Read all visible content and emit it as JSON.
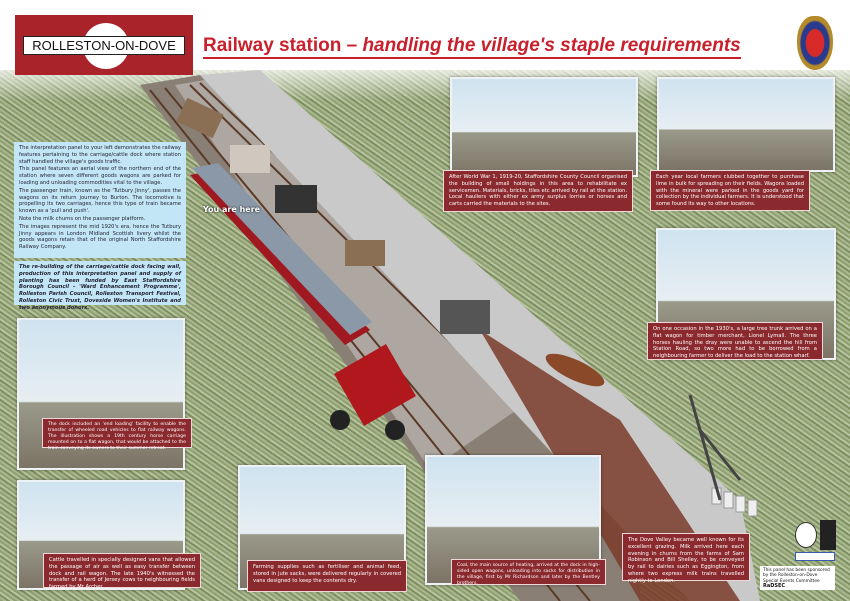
{
  "header": {
    "logo_text": "ROLLESTON-ON-DOVE",
    "title_main": "Railway station",
    "title_dash": " – ",
    "title_sub": "handling the village's staple requirements"
  },
  "marker": {
    "you_are_here": "You are here"
  },
  "intro": {
    "paragraphs": [
      "The interpretation panel to your left demonstrates the railway features pertaining to the carriage/cattle dock where station staff handled the village's goods traffic.",
      "This panel features an aerial view of the northern end of the station where seven different goods wagons are parked for loading and unloading commodities vital to the village.",
      "The passenger train, known as the 'Tutbury Jinny', passes the wagons on its return journey to Burton. The locomotive is propelling its two carriages, hence this type of train became known as a 'pull and push'.",
      "Note the milk churns on the passenger platform.",
      "The images represent the mid 1920's era, hence the Tutbury Jinny appears in London Midland Scottish livery whilst the goods wagons retain that of the original North Staffordshire Railway Company."
    ],
    "credits": "The re-building of the carriage/cattle dock facing wall, production of this interpretation panel and supply of planting has been funded by East Staffordshire Borough Council – 'Ward Enhancement Programme', Rolleston Parish Council, Rolleston Transport Festival, Rolleston Civic Trust, Doveside Women's Institute and two anonymous donors."
  },
  "captions": {
    "smallholdings": "After World War 1, 1919-20, Staffordshire County Council organised the building of small holdings in this area to rehabilitate ex servicemen. Materials, bricks, tiles etc arrived by rail at the station. Local hauliers with either ex army surplus lorries or horses and carts carried the materials to the sites.",
    "lime": "Each year local farmers clubbed together to purchase lime in bulk for spreading on their fields. Wagons loaded with the mineral were parked in the goods yard for collection by the individual farmers. It is understood that some found its way to other locations.",
    "tree": "On one occasion in the 1930's, a large tree trunk arrived on a flat wagon for timber merchant, Lionel Lymall. The three horses hauling the dray were unable to ascend the hill from Station Road, so two more had to be borrowed from a neighbouring farmer to deliver the load to the station wharf.",
    "carriage": "The dock included an 'end loading' facility to enable the transfer of wheeled road vehicles to flat railway wagons. The illustration shows a 19th century horse carriage mounted on to a flat wagon, that would be attached to the train conveying its owners to their summer retreat.",
    "cattle": "Cattle travelled in specially designed vans that allowed the passage of air as well as easy transfer between dock and rail wagon. The late 1940's witnessed the transfer of a herd of Jersey cows to neighbouring fields farmed by Mr Archer.",
    "feed": "Farming supplies such as fertiliser and animal feed, stored in jute sacks, were delivered regularly in covered vans designed to keep the contents dry.",
    "coal": "Coal, the main source of heating, arrived at the dock in high-sided open wagons, unloading into sacks for distribution in the village, first by Mr Richardson and later by the Bentley brothers.",
    "milk": "The Dove Valley became well known for its excellent grazing. Milk arrived here each evening in churns from the farms of Sam Robinson and Bill Shelley, to be conveyed by rail to dairies such as Eggington, from where two express milk trains travelled nightly to London."
  },
  "sponsor": {
    "note": "This panel has been sponsored by the Rolleston-on-Dove Special Events Committee",
    "brand": "RaDSEC"
  },
  "colors": {
    "brand_red": "#a9232b",
    "caption_red": "#8b2a2e",
    "intro_blue": "#c3e6f6"
  }
}
